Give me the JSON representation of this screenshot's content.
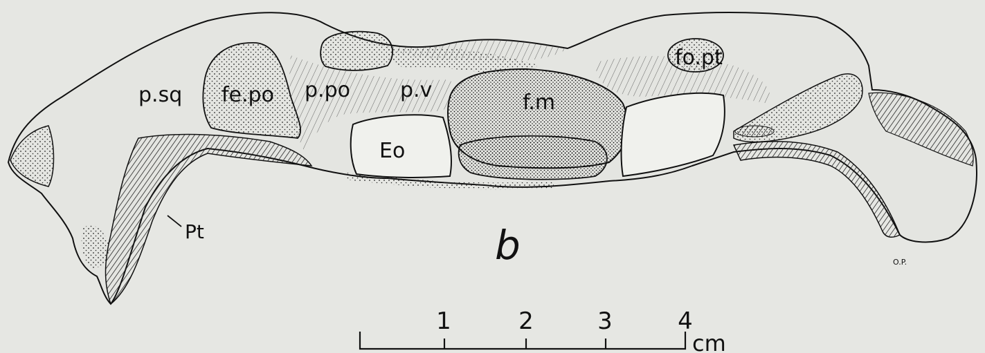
{
  "labels": {
    "p_sq": "p.sq",
    "fe_po": "fe.po",
    "p_po": "p.po",
    "p_v": "p.v",
    "f_m": "f.m",
    "fo_pt": "fo.pt",
    "eo": "Eo",
    "pt": "Pt"
  },
  "panel_letter": "b",
  "signature": "O.P.",
  "scale_bar": {
    "ticks": [
      "1",
      "2",
      "3",
      "4"
    ],
    "unit": "cm"
  }
}
